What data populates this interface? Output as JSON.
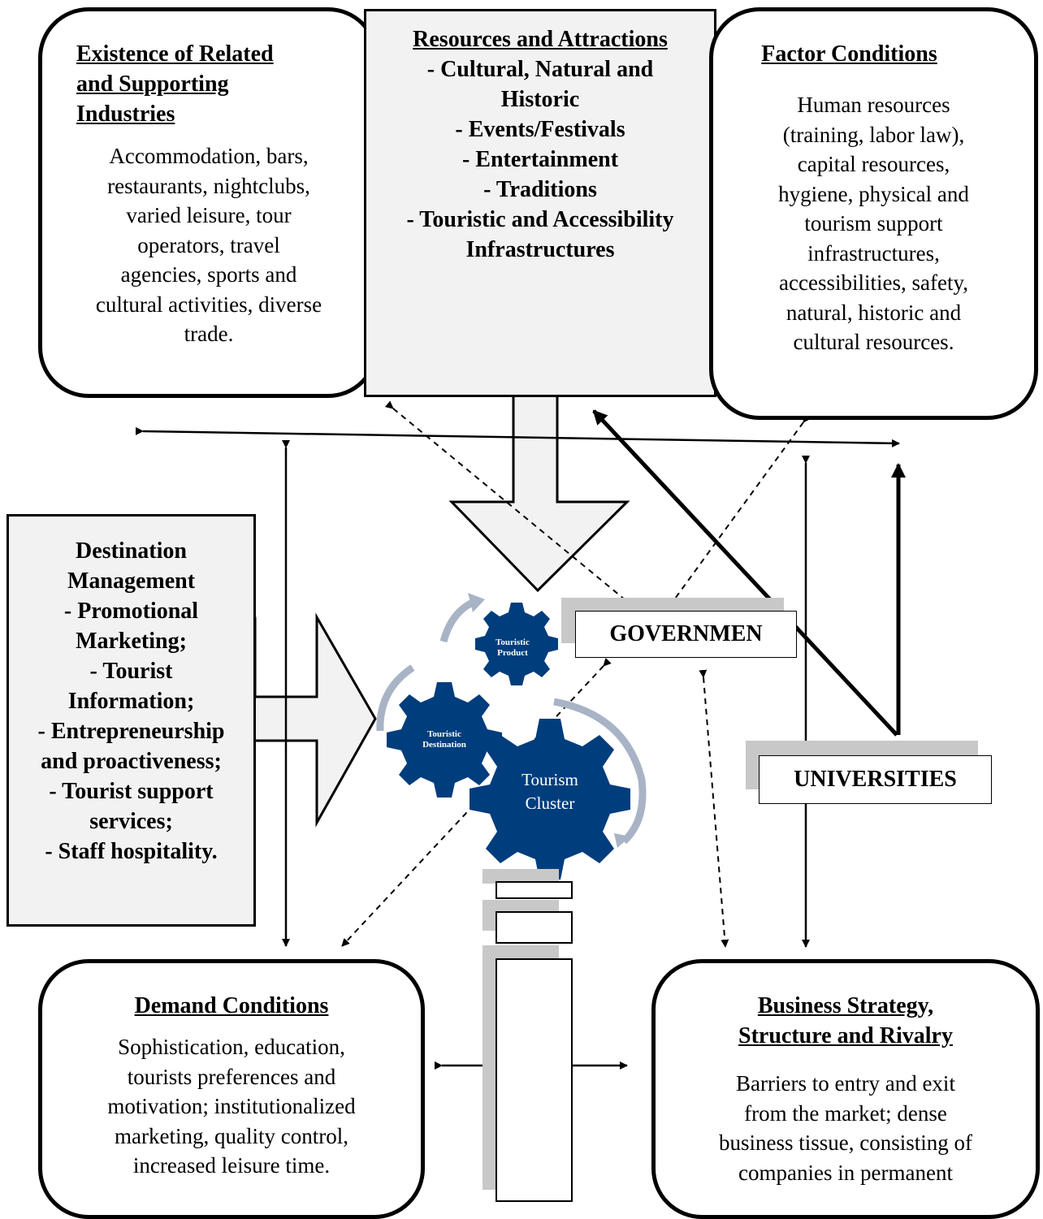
{
  "related": {
    "title": "Existence of Related and Supporting Industries",
    "title_lines": [
      "Existence of Related",
      "and Supporting",
      "Industries"
    ],
    "body_lines": [
      "Accommodation, bars,",
      "restaurants, nightclubs,",
      "varied leisure, tour",
      "operators, travel",
      "agencies, sports and",
      "cultural activities, diverse",
      "trade."
    ]
  },
  "resources": {
    "title": "Resources and Attractions",
    "lines": [
      "- Cultural, Natural and",
      "Historic",
      "- Events/Festivals",
      "- Entertainment",
      "- Traditions",
      "- Touristic and Accessibility",
      "Infrastructures"
    ]
  },
  "factor": {
    "title": "Factor Conditions",
    "body_lines": [
      "Human resources",
      "(training, labor law),",
      "capital resources,",
      "hygiene, physical and",
      "tourism support",
      "infrastructures,",
      "accessibilities, safety,",
      "natural, historic and",
      "cultural resources."
    ]
  },
  "destination": {
    "lines": [
      "Destination",
      "Management",
      "- Promotional",
      "Marketing;",
      "- Tourist",
      "Information;",
      "- Entrepreneurship",
      "and proactiveness;",
      "- Tourist support",
      "services;",
      "- Staff hospitality."
    ]
  },
  "government": {
    "label": "GOVERNMEN"
  },
  "universities": {
    "label": "UNIVERSITIES"
  },
  "gears": {
    "product": [
      "Touristic",
      "Product"
    ],
    "destination": [
      "Touristic",
      "Destination"
    ],
    "cluster": [
      "Tourism",
      "Cluster"
    ]
  },
  "demand": {
    "title": "Demand Conditions",
    "body_lines": [
      "Sophistication, education,",
      "tourists preferences and",
      "motivation; institutionalized",
      "marketing, quality control,",
      "increased leisure time."
    ]
  },
  "business": {
    "title_lines": [
      "Business Strategy,",
      "Structure and Rivalry"
    ],
    "body_lines": [
      "Barriers to entry and exit",
      "from the market; dense",
      "business tissue, consisting of",
      "companies in permanent"
    ]
  },
  "colors": {
    "gear": "#003d7c",
    "gear_arrow": "#a8b4c6",
    "panel_gray": "#f2f2f2",
    "shadow": "#c8c8c8"
  }
}
